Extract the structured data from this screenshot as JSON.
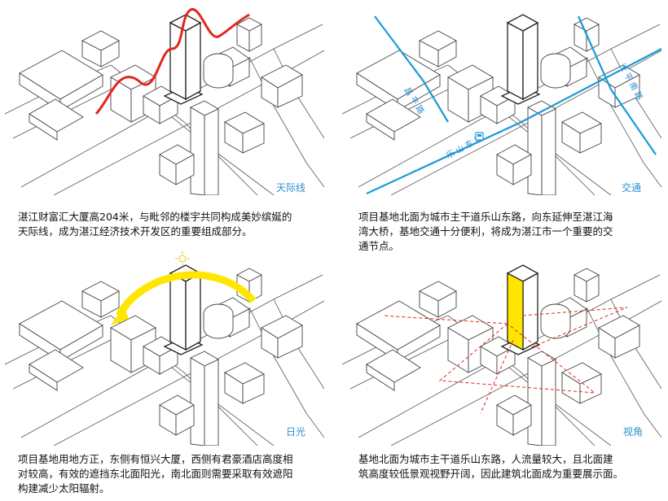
{
  "panels": [
    {
      "label": "天际线",
      "caption": "湛江财富汇大厦高204米，与毗邻的楼宇共同构成美妙缤娫的\n天际线，成为湛江经济技术开发区的重要组成部分。"
    },
    {
      "label": "交通",
      "caption": "项目基地北面为城市主干道乐山东路，向东延伸至湛江海\n湾大桥，基地交通十分便利，将成为湛江市一个重要的交\n通节点。",
      "roads": [
        "乐 山 东 路",
        "昌 平 路",
        "汝 平 南 路"
      ]
    },
    {
      "label": "日光",
      "caption": "项目基地用地方正，东侧有恒兴大厦，西侧有君豪酒店高度相\n对较高，有效的遮挡东北面阳光，南北面则需要采取有效遮阳\n构建减少太阳辐射。"
    },
    {
      "label": "视角",
      "caption": "基地北面为城市主干道乐山东路，人流量较大，且北面建\n筑高度较低景观视野开阔，因此建筑北面成为重要展示面。"
    }
  ],
  "colors": {
    "accent": "#2a8fd0",
    "skyline": "#e3261c",
    "sun": "#ffe600",
    "view": "#e3261c",
    "tower_fill": "#ffe600",
    "line": "#333333"
  },
  "icons": [
    "sun-icon",
    "bus-stop-icon"
  ]
}
